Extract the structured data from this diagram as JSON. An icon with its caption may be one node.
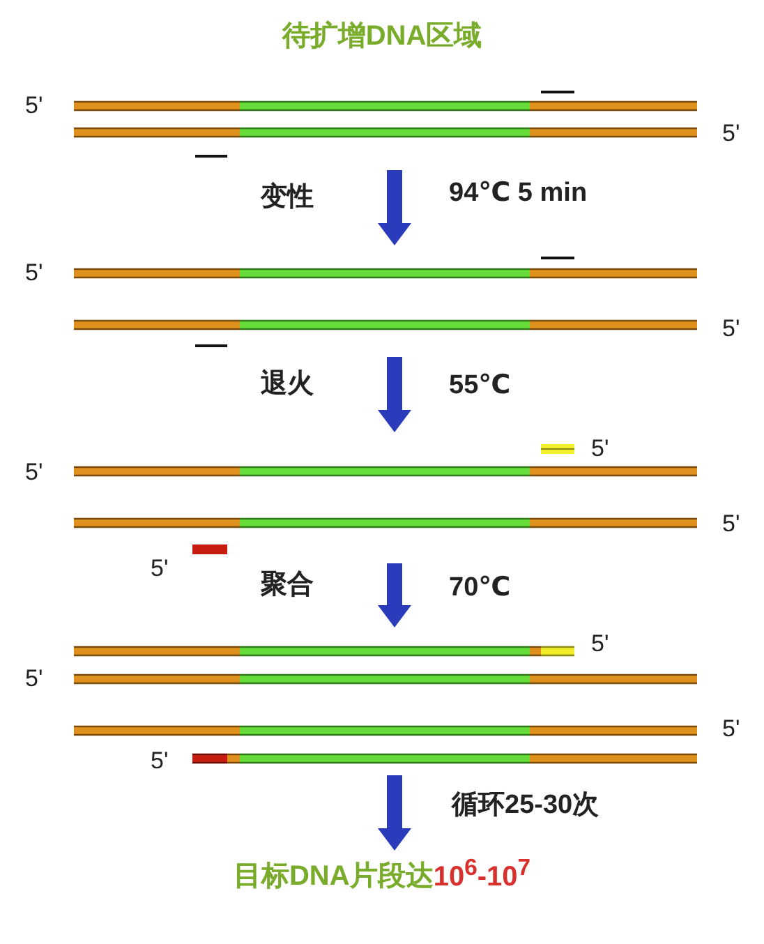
{
  "diagram": {
    "title": "待扩增DNA区域",
    "nodes": [
      {
        "text": [],
        "shape": "bar"
      },
      {
        "text": [],
        "shape": "bar"
      },
      {
        "text": [],
        "shape": "bar"
      },
      {
        "text": [],
        "shape": "bar"
      },
      {
        "text": [
          "目标DNA片段达",
          "10$^{6}$-10$^{7}$"
        ]
      }
    ],
    "edges": [
      {
        "from": 0,
        "to": 1,
        "arrow": "to",
        "label": "变性"
      },
      {
        "from": 1,
        "to": 2,
        "arrow": "to",
        "label": "退火"
      },
      {
        "from": 2,
        "to": 3,
        "arrow": "to",
        "label": "聚合"
      },
      {
        "from": 3,
        "to": 4,
        "arrow": "to",
        "label": "循环25-30次"
      }
    ],
    "labels": [
      "5'",
      "5'",
      "94℃  5 min",
      "5'",
      "5'",
      "55℃",
      "5'",
      "5'",
      "5'",
      "5'",
      "70℃",
      "5'",
      "5'",
      "5'",
      "5'"
    ]
  }
}
